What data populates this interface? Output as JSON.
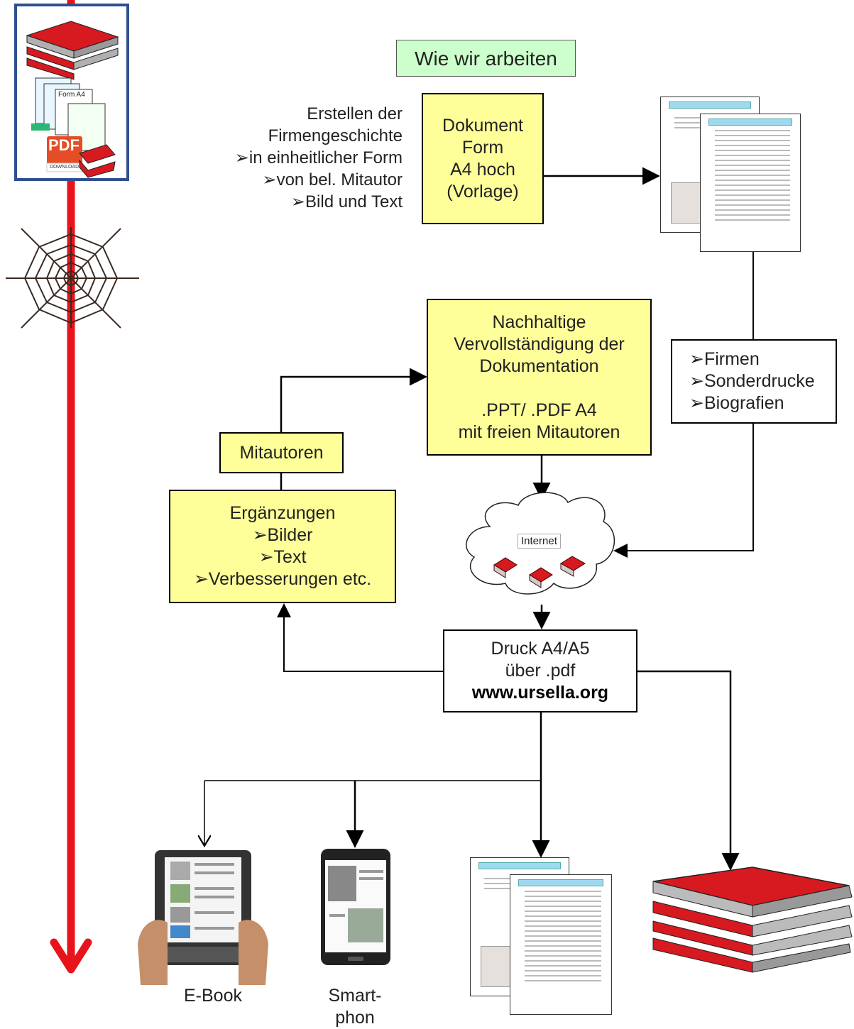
{
  "title": "Wie wir arbeiten",
  "intro_lines": [
    "Erstellen der",
    "Firmengeschichte",
    "➢in einheitlicher Form",
    "➢von bel. Mitautor",
    "➢Bild und Text"
  ],
  "dokument_box": [
    "Dokument",
    "",
    "Form",
    "A4 hoch",
    "(Vorlage)"
  ],
  "nachhaltige_box": [
    "Nachhaltige",
    "Vervollständigung  der",
    "Dokumentation",
    "",
    ".PPT/ .PDF  A4",
    "mit freien Mitautoren"
  ],
  "categories_box": [
    "➢Firmen",
    "➢Sonderdrucke",
    "➢Biografien"
  ],
  "mitautoren_label": "Mitautoren",
  "ergaenzungen_box": [
    "Ergänzungen",
    "➢Bilder",
    "➢Text",
    "➢Verbesserungen etc."
  ],
  "internet_label": "Internet",
  "druck_box": [
    "Druck A4/A5",
    "über .pdf",
    "www.ursella.org"
  ],
  "outputs": {
    "ebook_label": "E-Book",
    "smartphone_label": [
      "Smart-",
      "phon"
    ]
  },
  "sidebar": {
    "pdf_label": "PDF",
    "download_label": "DOWNLOAD",
    "form_label": "Form A4"
  },
  "colors": {
    "yellow": "#ffff99",
    "green": "#ccffcc",
    "red_line": "#e8141c",
    "book_red": "#d71920",
    "frame_blue": "#2f4f8f"
  }
}
